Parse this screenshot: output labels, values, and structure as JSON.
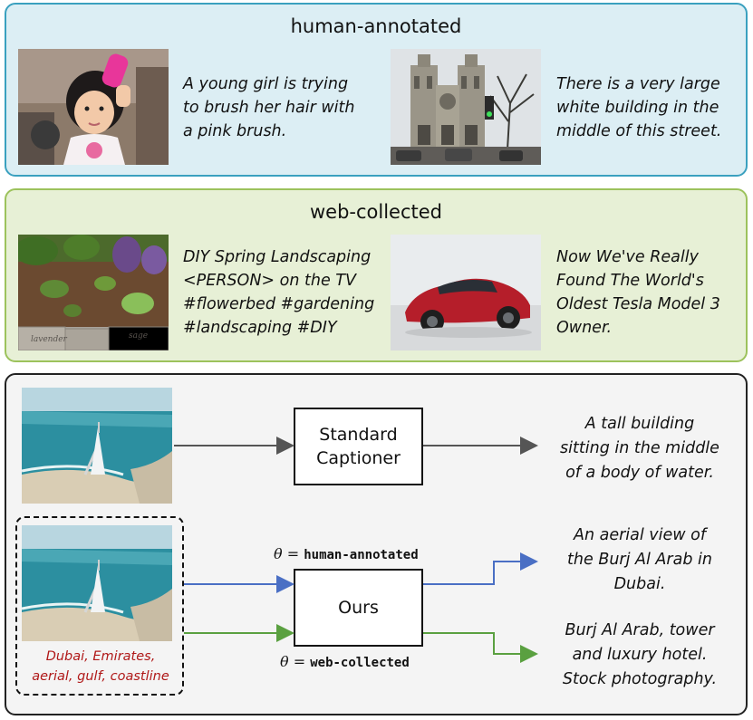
{
  "human": {
    "title": "human-annotated",
    "caption1": [
      "A young girl is trying",
      "to brush her hair with",
      "a pink brush."
    ],
    "caption2": [
      "There is a very large",
      "white building in the",
      "middle of this street."
    ]
  },
  "web": {
    "title": "web-collected",
    "caption1": [
      "DIY Spring Landscaping",
      "<PERSON> on the TV",
      "#flowerbed #gardening",
      "#landscaping #DIY"
    ],
    "caption2": [
      "Now We've Really",
      "Found The World's",
      "Oldest Tesla Model 3",
      "Owner."
    ],
    "photo_text": [
      "lavender",
      "sage"
    ]
  },
  "bottom": {
    "standard_box": [
      "Standard",
      "Captioner"
    ],
    "standard_caption": [
      "A tall building",
      "sitting in the middle",
      "of a body of water."
    ],
    "ours_box": "Ours",
    "theta_symbol": "θ = ",
    "theta_top": "human-annotated",
    "theta_bottom": "web-collected",
    "ours_caption_top": [
      "An aerial view of",
      "the Burj Al Arab in",
      "Dubai."
    ],
    "ours_caption_bottom": [
      "Burj Al Arab, tower",
      "and luxury hotel.",
      "Stock photography."
    ],
    "tags": [
      "Dubai, Emirates,",
      "aerial, gulf, coastline"
    ]
  },
  "colors": {
    "human_border": "#3aa0bf",
    "web_border": "#9cc25c",
    "gray_arrow": "#555555",
    "blue_arrow": "#4a6fc4",
    "green_arrow": "#5aa040",
    "tags_red": "#b01818"
  }
}
